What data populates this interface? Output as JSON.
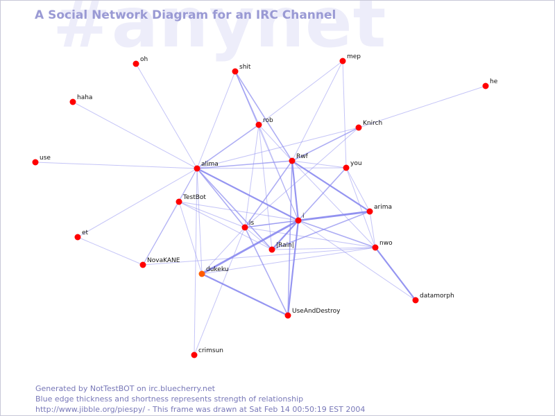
{
  "watermark": "#anynet",
  "title": "A Social Network Diagram for an IRC Channel",
  "colors": {
    "node": "#ff0000",
    "node_highlight": "#ff5a00",
    "edge": "#8a8af0",
    "title": "#9a9ad4",
    "footer": "#7878b8",
    "watermark": "#ededfa"
  },
  "nodes": [
    {
      "id": "oh",
      "label": "oh"
    },
    {
      "id": "shit",
      "label": "shit"
    },
    {
      "id": "mep",
      "label": "mep"
    },
    {
      "id": "he",
      "label": "he"
    },
    {
      "id": "haha",
      "label": "haha"
    },
    {
      "id": "rob",
      "label": "rob"
    },
    {
      "id": "Knirch",
      "label": "Knirch"
    },
    {
      "id": "use",
      "label": "use"
    },
    {
      "id": "alima",
      "label": "alima"
    },
    {
      "id": "Rwf",
      "label": "Rwf"
    },
    {
      "id": "you",
      "label": "you"
    },
    {
      "id": "TestBot",
      "label": "TestBot"
    },
    {
      "id": "arima",
      "label": "arima"
    },
    {
      "id": "i",
      "label": "i"
    },
    {
      "id": "is",
      "label": "is"
    },
    {
      "id": "et",
      "label": "et"
    },
    {
      "id": "Rain",
      "label": "|Rain|"
    },
    {
      "id": "nwo",
      "label": "nwo"
    },
    {
      "id": "NovaKANE",
      "label": "NovaKANE"
    },
    {
      "id": "dukeku",
      "label": "dukeku",
      "highlight": true
    },
    {
      "id": "datamorph",
      "label": "datamorph"
    },
    {
      "id": "UseAndDestroy",
      "label": "UseAndDestroy"
    },
    {
      "id": "crimsun",
      "label": "crimsun"
    }
  ],
  "edges": [
    [
      "oh",
      "alima",
      1
    ],
    [
      "haha",
      "alima",
      1
    ],
    [
      "use",
      "alima",
      1
    ],
    [
      "he",
      "Knirch",
      1
    ],
    [
      "shit",
      "rob",
      1.6
    ],
    [
      "shit",
      "alima",
      1
    ],
    [
      "shit",
      "Rwf",
      1.6
    ],
    [
      "shit",
      "i",
      1
    ],
    [
      "mep",
      "rob",
      1
    ],
    [
      "mep",
      "you",
      1
    ],
    [
      "mep",
      "Rwf",
      1
    ],
    [
      "rob",
      "alima",
      1.6
    ],
    [
      "rob",
      "Rwf",
      1
    ],
    [
      "rob",
      "is",
      1
    ],
    [
      "rob",
      "i",
      1
    ],
    [
      "rob",
      "Rain",
      1
    ],
    [
      "Knirch",
      "alima",
      1
    ],
    [
      "Knirch",
      "Rwf",
      1.6
    ],
    [
      "Knirch",
      "is",
      1
    ],
    [
      "alima",
      "Rwf",
      1.6
    ],
    [
      "alima",
      "you",
      1
    ],
    [
      "alima",
      "TestBot",
      1
    ],
    [
      "alima",
      "i",
      2.2
    ],
    [
      "alima",
      "is",
      1.6
    ],
    [
      "alima",
      "Rain",
      1.6
    ],
    [
      "alima",
      "dukeku",
      1
    ],
    [
      "alima",
      "NovaKANE",
      1
    ],
    [
      "alima",
      "et",
      1
    ],
    [
      "Rwf",
      "i",
      2.2
    ],
    [
      "Rwf",
      "is",
      1.6
    ],
    [
      "Rwf",
      "arima",
      2.2
    ],
    [
      "Rwf",
      "nwo",
      1
    ],
    [
      "Rwf",
      "UseAndDestroy",
      1.6
    ],
    [
      "Rwf",
      "you",
      1
    ],
    [
      "you",
      "i",
      1.6
    ],
    [
      "you",
      "nwo",
      1
    ],
    [
      "you",
      "arima",
      1
    ],
    [
      "TestBot",
      "i",
      1
    ],
    [
      "TestBot",
      "is",
      1
    ],
    [
      "TestBot",
      "NovaKANE",
      1
    ],
    [
      "TestBot",
      "dukeku",
      1
    ],
    [
      "TestBot",
      "Rain",
      1
    ],
    [
      "i",
      "arima",
      2.8
    ],
    [
      "i",
      "nwo",
      1.6
    ],
    [
      "i",
      "is",
      1.6
    ],
    [
      "i",
      "Rain",
      2.2
    ],
    [
      "i",
      "dukeku",
      2.8
    ],
    [
      "i",
      "UseAndDestroy",
      2.2
    ],
    [
      "i",
      "datamorph",
      1
    ],
    [
      "arima",
      "nwo",
      1
    ],
    [
      "arima",
      "Rain",
      1.6
    ],
    [
      "arima",
      "is",
      1
    ],
    [
      "is",
      "nwo",
      1
    ],
    [
      "is",
      "dukeku",
      1
    ],
    [
      "is",
      "crimsun",
      1
    ],
    [
      "is",
      "UseAndDestroy",
      1.6
    ],
    [
      "is",
      "Rain",
      1
    ],
    [
      "Rain",
      "nwo",
      1
    ],
    [
      "nwo",
      "datamorph",
      2.2
    ],
    [
      "nwo",
      "NovaKANE",
      1
    ],
    [
      "nwo",
      "dukeku",
      1
    ],
    [
      "NovaKANE",
      "et",
      1
    ],
    [
      "dukeku",
      "UseAndDestroy",
      2.2
    ],
    [
      "alima",
      "crimsun",
      1
    ]
  ],
  "footer": {
    "line1": "Generated by NotTestBOT on irc.bluecherry.net",
    "line2": "Blue edge thickness and shortness represents strength of relationship",
    "line3": "http://www.jibble.org/piespy/ - This frame was drawn at Sat Feb 14 00:50:19 EST 2004"
  }
}
